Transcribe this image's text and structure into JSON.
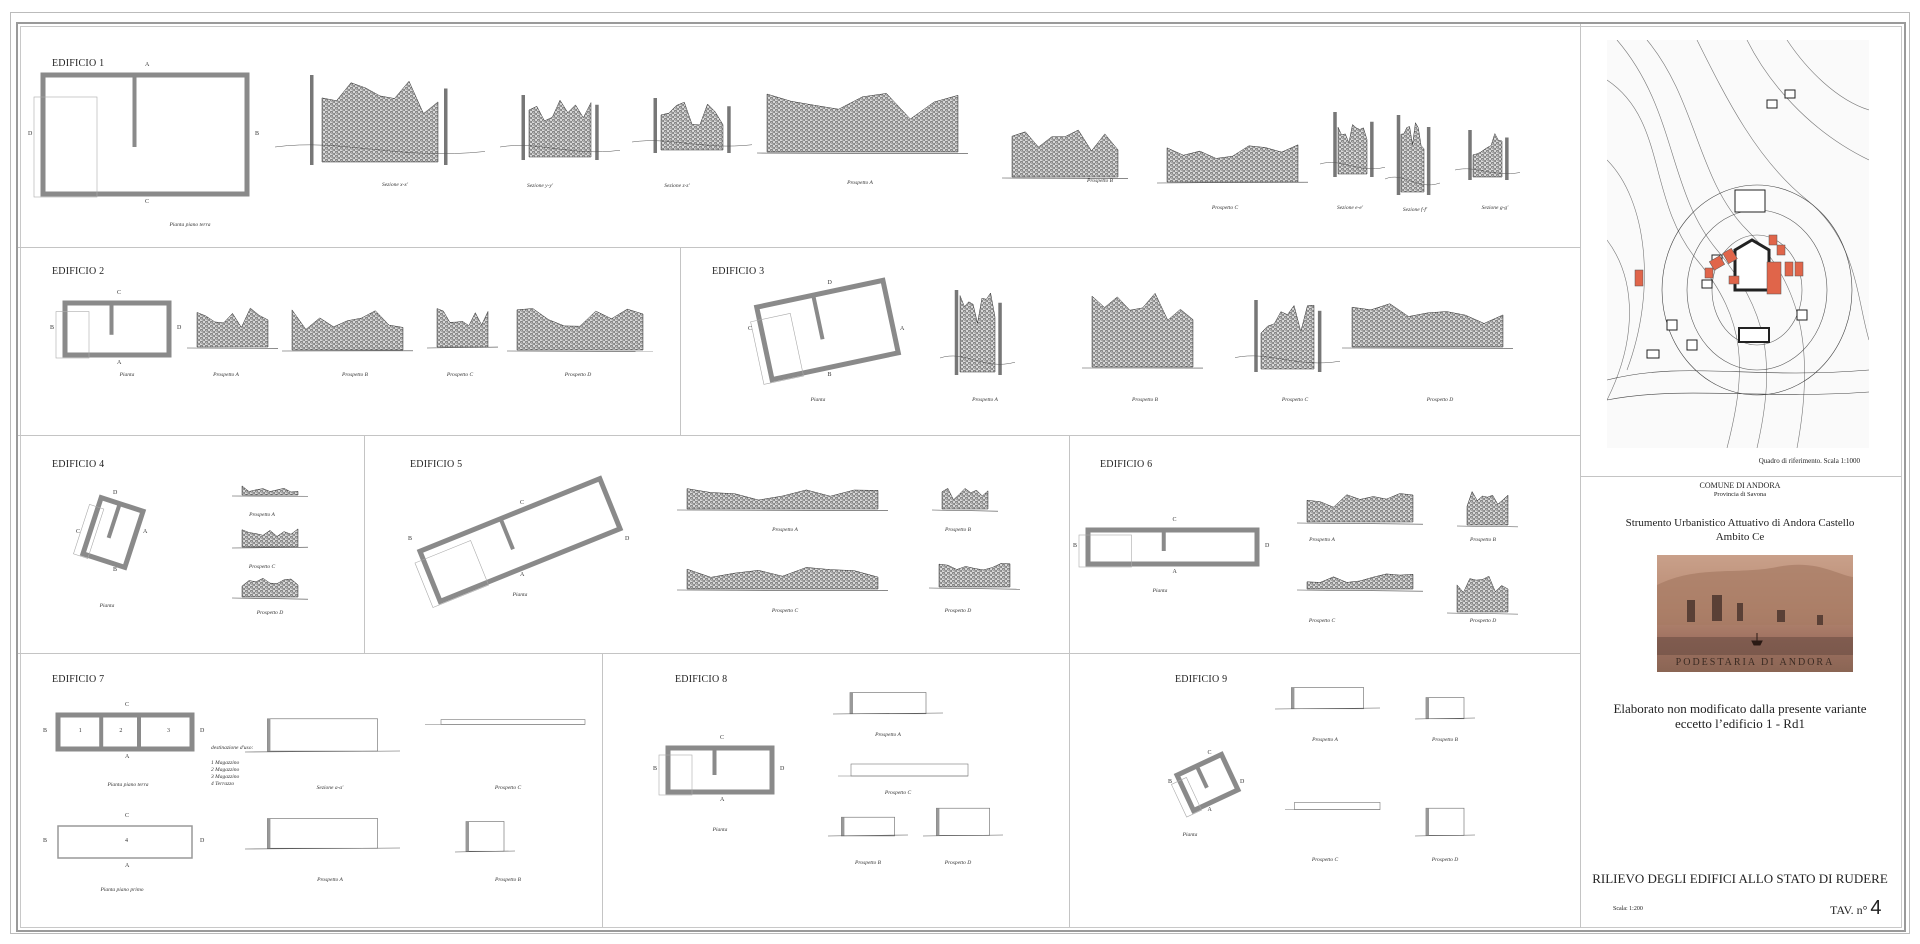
{
  "buildings": [
    {
      "title": "EDIFICIO 1",
      "plan_labels": {
        "top": "A",
        "bottom": "C",
        "left": "D",
        "right": "B"
      },
      "captions": [
        "Pianta piano terra",
        "Sezione x-x'",
        "Sezione y-y'",
        "Sezione z-z'",
        "Prospetto A",
        "Prospetto B",
        "Prospetto C",
        "Sezione e-e'",
        "Sezione f-f'",
        "Sezione g-g'"
      ]
    },
    {
      "title": "EDIFICIO 2",
      "plan_labels": {
        "top": "C",
        "bottom": "A",
        "left": "B",
        "right": "D"
      },
      "captions": [
        "Pianta",
        "Prospetto A",
        "Prospetto B",
        "Prospetto C",
        "Prospetto D"
      ]
    },
    {
      "title": "EDIFICIO 3",
      "plan_labels": {
        "top": "D",
        "bottom": "B",
        "left": "C",
        "right": "A"
      },
      "captions": [
        "Pianta",
        "Prospetto A",
        "Prospetto B",
        "Prospetto C",
        "Prospetto D"
      ]
    },
    {
      "title": "EDIFICIO 4",
      "plan_labels": {
        "top": "D",
        "bottom": "B",
        "left": "C",
        "right": "A"
      },
      "captions": [
        "Pianta",
        "Prospetto A",
        "Prospetto C",
        "Prospetto D"
      ]
    },
    {
      "title": "EDIFICIO 5",
      "plan_labels": {
        "top": "C",
        "bottom": "A",
        "left": "B",
        "right": "D"
      },
      "captions": [
        "Pianta",
        "Prospetto A",
        "Prospetto B",
        "Prospetto C",
        "Prospetto D"
      ]
    },
    {
      "title": "EDIFICIO 6",
      "plan_labels": {
        "top": "C",
        "bottom": "A",
        "left": "B",
        "right": "D"
      },
      "captions": [
        "Pianta",
        "Prospetto A",
        "Prospetto B",
        "Prospetto C",
        "Prospetto D"
      ]
    },
    {
      "title": "EDIFICIO 7",
      "plan_labels": {
        "top": "C",
        "bottom": "A",
        "left": "B",
        "right": "D"
      },
      "captions": [
        "Pianta piano terra",
        "Pianta piano primo",
        "Sezione a-a'",
        "Prospetto C",
        "Prospetto A",
        "Prospetto B"
      ],
      "rooms": [
        "1",
        "2",
        "3",
        "4"
      ],
      "uses_title": "destinazione d'uso:",
      "uses": [
        "1 Magazzino",
        "2 Magazzino",
        "3 Magazzino",
        "4 Terrazzo"
      ]
    },
    {
      "title": "EDIFICIO 8",
      "plan_labels": {
        "top": "C",
        "bottom": "A",
        "left": "B",
        "right": "D"
      },
      "captions": [
        "Pianta",
        "Prospetto A",
        "Prospetto C",
        "Prospetto B",
        "Prospetto D"
      ]
    },
    {
      "title": "EDIFICIO 9",
      "plan_labels": {
        "top": "C",
        "bottom": "A",
        "left": "B",
        "right": "D"
      },
      "captions": [
        "Pianta",
        "Prospetto A",
        "Prospetto B",
        "Prospetto C",
        "Prospetto D"
      ]
    }
  ],
  "sidebar": {
    "map_caption": "Quadro di riferimento. Scala 1:1000",
    "comune": "COMUNE DI ANDORA",
    "provincia": "Provincia di Savona",
    "strumento": "Strumento Urbanistico Attuativo di Andora Castello",
    "ambito": "Ambito Ce",
    "painting_caption": "PODESTARIA DI ANDORA",
    "note_line1": "Elaborato non modificato dalla presente variante",
    "note_line2": "eccetto l’edificio 1 - Rd1",
    "sheet_title": "RILIEVO DEGLI EDIFICI ALLO STATO DI RUDERE",
    "scale": "Scala: 1:200",
    "tav_label": "TAV. n°",
    "tav_number": "4"
  },
  "colors": {
    "highlight": "#e0654a",
    "wall": "#8a8a8a",
    "painting": "#b88a72"
  }
}
